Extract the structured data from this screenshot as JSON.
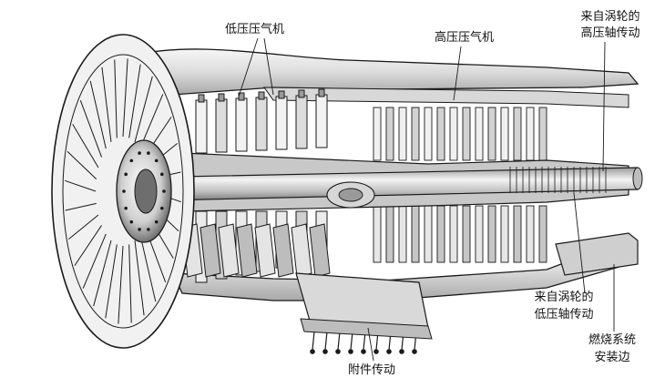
{
  "labels": {
    "lp_compressor": "低压压气机",
    "hp_compressor": "高压压气机",
    "hp_shaft_drive_l1": "来自涡轮的",
    "hp_shaft_drive_l2": "高压轴传动",
    "lp_shaft_drive_l1": "来自涡轮的",
    "lp_shaft_drive_l2": "低压轴传动",
    "combustion_mount_l1": "燃烧系统",
    "combustion_mount_l2": "安装边",
    "accessory_drive": "附件传动"
  },
  "colors": {
    "ink": "#1a1a1a",
    "metal_light": "#e8e8e8",
    "metal_mid": "#bdbdbd",
    "metal_dark": "#6e6e6e",
    "background": "#ffffff"
  }
}
